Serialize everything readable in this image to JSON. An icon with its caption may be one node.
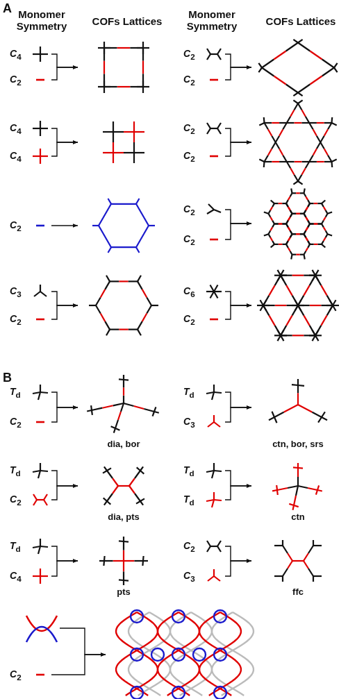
{
  "diagram": {
    "nodes": [
      {
        "text": [
          "*C*$_{4}$"
        ]
      },
      {
        "text": [
          "*C*$_{2}$"
        ]
      },
      {
        "text": [],
        "shape": "picture"
      },
      {
        "text": [
          "*C*$_{2}$"
        ]
      },
      {
        "text": [
          "*C*$_{2}$"
        ]
      },
      {
        "text": [],
        "shape": "picture"
      },
      {
        "text": [
          "*C*$_{4}$"
        ]
      },
      {
        "text": [
          "*C*$_{4}$"
        ]
      },
      {
        "text": [],
        "shape": "picture"
      },
      {
        "text": [
          "*C*$_{2}$"
        ]
      },
      {
        "text": [
          "*C*$_{2}$"
        ]
      },
      {
        "text": [],
        "shape": "picture"
      },
      {
        "text": [
          "*C*$_{2}$"
        ]
      },
      {
        "text": [],
        "shape": "picture"
      },
      {
        "text": [
          "*C*$_{2}$"
        ]
      },
      {
        "text": [
          "*C*$_{2}$"
        ]
      },
      {
        "text": [],
        "shape": "picture"
      },
      {
        "text": [
          "*C*$_{3}$"
        ]
      },
      {
        "text": [
          "*C*$_{2}$"
        ]
      },
      {
        "text": [],
        "shape": "picture"
      },
      {
        "text": [
          "*C*$_{6}$"
        ]
      },
      {
        "text": [
          "*C*$_{2}$"
        ]
      },
      {
        "text": [],
        "shape": "picture"
      },
      {
        "text": [
          "*T*$_{d}$"
        ]
      },
      {
        "text": [
          "*C*$_{2}$"
        ]
      },
      {
        "text": [],
        "shape": "picture",
        "beside": [
          "dia, bor"
        ]
      },
      {
        "text": [
          "*T*$_{d}$"
        ]
      },
      {
        "text": [
          "*C*$_{3}$"
        ]
      },
      {
        "text": [],
        "shape": "picture",
        "beside": [
          "ctn, bor, srs"
        ]
      },
      {
        "text": [
          "*T*$_{d}$"
        ]
      },
      {
        "text": [
          "*C*$_{2}$"
        ]
      },
      {
        "text": [],
        "shape": "picture",
        "beside": [
          "dia, pts"
        ]
      },
      {
        "text": [
          "*T*$_{d}$"
        ]
      },
      {
        "text": [
          "*T*$_{d}$"
        ]
      },
      {
        "text": [],
        "shape": "picture",
        "beside": [
          "ctn"
        ]
      },
      {
        "text": [
          "*T*$_{d}$"
        ]
      },
      {
        "text": [
          "*C*$_{4}$"
        ]
      },
      {
        "text": [],
        "shape": "picture",
        "beside": [
          "pts"
        ]
      },
      {
        "text": [
          "*C*$_{2}$"
        ]
      },
      {
        "text": [
          "*C*$_{3}$"
        ]
      },
      {
        "text": [],
        "shape": "picture",
        "beside": [
          "ffc"
        ]
      },
      {
        "text": [],
        "shape": "picture"
      },
      {
        "text": [
          "*C*$_{2}$"
        ]
      },
      {
        "text": [],
        "shape": "picture"
      }
    ],
    "edges": [
      {
        "from": 0,
        "to": 2,
        "arrow": "to"
      },
      {
        "from": 1,
        "to": 2,
        "arrow": "to"
      },
      {
        "from": 3,
        "to": 5,
        "arrow": "to"
      },
      {
        "from": 4,
        "to": 5,
        "arrow": "to"
      },
      {
        "from": 6,
        "to": 8,
        "arrow": "to"
      },
      {
        "from": 7,
        "to": 8,
        "arrow": "to"
      },
      {
        "from": 9,
        "to": 11,
        "arrow": "to"
      },
      {
        "from": 10,
        "to": 11,
        "arrow": "to"
      },
      {
        "from": 12,
        "to": 13,
        "arrow": "to"
      },
      {
        "from": 14,
        "to": 16,
        "arrow": "to"
      },
      {
        "from": 15,
        "to": 16,
        "arrow": "to"
      },
      {
        "from": 17,
        "to": 19,
        "arrow": "to"
      },
      {
        "from": 18,
        "to": 19,
        "arrow": "to"
      },
      {
        "from": 20,
        "to": 22,
        "arrow": "to"
      },
      {
        "from": 21,
        "to": 22,
        "arrow": "to"
      },
      {
        "from": 23,
        "to": 25,
        "arrow": "to"
      },
      {
        "from": 24,
        "to": 25,
        "arrow": "to"
      },
      {
        "from": 26,
        "to": 28,
        "arrow": "to"
      },
      {
        "from": 27,
        "to": 28,
        "arrow": "to"
      },
      {
        "from": 29,
        "to": 31,
        "arrow": "to"
      },
      {
        "from": 30,
        "to": 31,
        "arrow": "to"
      },
      {
        "from": 32,
        "to": 34,
        "arrow": "to"
      },
      {
        "from": 33,
        "to": 34,
        "arrow": "to"
      },
      {
        "from": 35,
        "to": 37,
        "arrow": "to"
      },
      {
        "from": 36,
        "to": 37,
        "arrow": "to"
      },
      {
        "from": 38,
        "to": 40,
        "arrow": "to"
      },
      {
        "from": 39,
        "to": 40,
        "arrow": "to"
      },
      {
        "from": 41,
        "to": 43,
        "arrow": "to"
      },
      {
        "from": 42,
        "to": 43,
        "arrow": "to"
      }
    ],
    "labels": [
      "A",
      "Monomer Symmetry",
      "COFs Lattices",
      "Monomer Symmetry",
      "COFs Lattices",
      "B"
    ]
  }
}
